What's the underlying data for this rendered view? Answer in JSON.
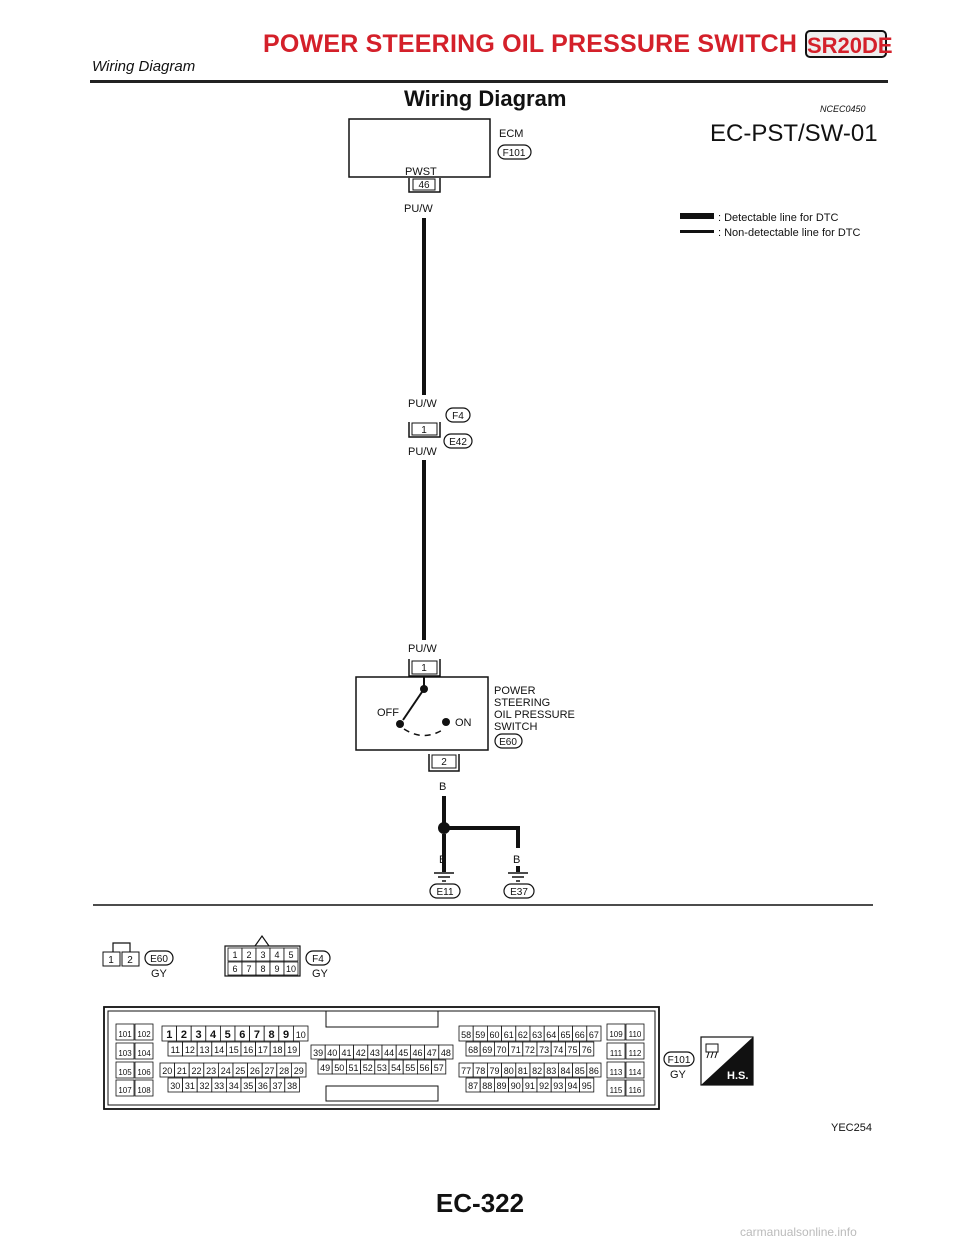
{
  "header": {
    "title": "POWER STEERING OIL PRESSURE SWITCH",
    "model_badge": "SR20DE",
    "subtitle": "Wiring Diagram"
  },
  "section": {
    "title": "Wiring Diagram",
    "ref_code": "NCEC0450"
  },
  "diagram_id": "EC-PST/SW-01",
  "legend": {
    "detectable": ": Detectable line for DTC",
    "non_detectable": ": Non-detectable line for DTC"
  },
  "ecm": {
    "label": "ECM",
    "connector": "F101",
    "pin_name": "PWST",
    "pin": "46"
  },
  "wires": {
    "ecm_out": "PU/W",
    "f4_in": "PU/W",
    "e42_out": "PU/W",
    "switch_in": "PU/W",
    "switch_out": "B",
    "ground1": "B",
    "ground2": "B"
  },
  "joint_connector": {
    "upper": "F4",
    "lower": "E42",
    "pin": "1"
  },
  "switch": {
    "label_lines": [
      "POWER",
      "STEERING",
      "OIL PRESSURE",
      "SWITCH"
    ],
    "connector": "E60",
    "pin_top": "1",
    "pin_bottom": "2",
    "off_label": "OFF",
    "on_label": "ON"
  },
  "grounds": [
    "E11",
    "E37"
  ],
  "connector_views": {
    "e60": {
      "id": "E60",
      "color": "GY",
      "pins": [
        "1",
        "2"
      ]
    },
    "f4": {
      "id": "F4",
      "color": "GY",
      "row1": [
        "1",
        "2",
        "3",
        "4",
        "5"
      ],
      "row2": [
        "6",
        "7",
        "8",
        "9",
        "10"
      ]
    },
    "f101": {
      "id": "F101",
      "color": "GY",
      "left_pairs": [
        [
          "101",
          "102"
        ],
        [
          "103",
          "104"
        ],
        [
          "105",
          "106"
        ],
        [
          "107",
          "108"
        ]
      ],
      "right_pairs": [
        [
          "109",
          "110"
        ],
        [
          "111",
          "112"
        ],
        [
          "113",
          "114"
        ],
        [
          "115",
          "116"
        ]
      ],
      "rowA": [
        "1",
        "2",
        "3",
        "4",
        "5",
        "6",
        "7",
        "8",
        "9",
        "10"
      ],
      "rowB": [
        "11",
        "12",
        "13",
        "14",
        "15",
        "16",
        "17",
        "18",
        "19"
      ],
      "rowC": [
        "20",
        "21",
        "22",
        "23",
        "24",
        "25",
        "26",
        "27",
        "28",
        "29"
      ],
      "rowD": [
        "30",
        "31",
        "32",
        "33",
        "34",
        "35",
        "36",
        "37",
        "38"
      ],
      "midA": [
        "39",
        "40",
        "41",
        "42",
        "43",
        "44",
        "45",
        "46",
        "47",
        "48"
      ],
      "midB": [
        "49",
        "50",
        "51",
        "52",
        "53",
        "54",
        "55",
        "56",
        "57"
      ],
      "rowE": [
        "58",
        "59",
        "60",
        "61",
        "62",
        "63",
        "64",
        "65",
        "66",
        "67"
      ],
      "rowF": [
        "68",
        "69",
        "70",
        "71",
        "72",
        "73",
        "74",
        "75",
        "76"
      ],
      "rowG": [
        "77",
        "78",
        "79",
        "80",
        "81",
        "82",
        "83",
        "84",
        "85",
        "86"
      ],
      "rowH": [
        "87",
        "88",
        "89",
        "90",
        "91",
        "92",
        "93",
        "94",
        "95"
      ]
    }
  },
  "hs_badge": "H.S.",
  "figure_code": "YEC254",
  "page_number": "EC-322",
  "watermark": "carmanualsonline.info"
}
